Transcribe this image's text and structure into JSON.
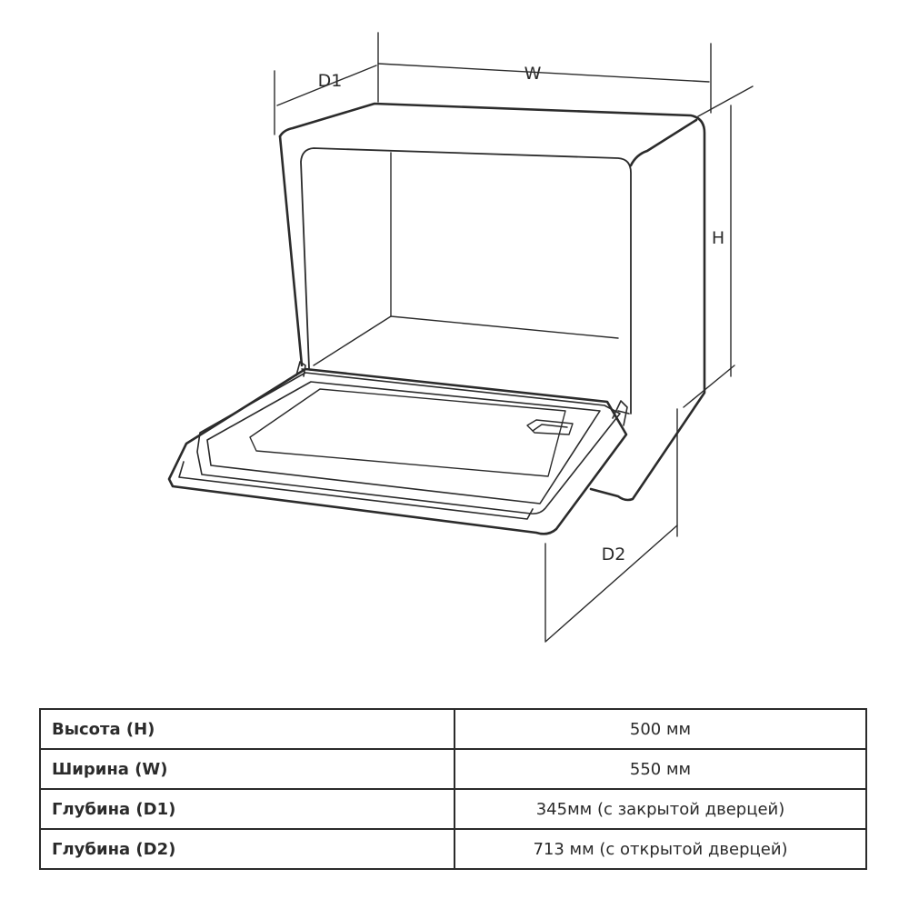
{
  "diagram": {
    "labels": {
      "d1": "D1",
      "w": "W",
      "h": "H",
      "d2": "D2"
    }
  },
  "specs": [
    {
      "label": "Высота (H)",
      "value": "500 мм"
    },
    {
      "label": "Ширина (W)",
      "value": "550 мм"
    },
    {
      "label": "Глубина (D1)",
      "value": "345мм (с закрытой дверцей)"
    },
    {
      "label": "Глубина (D2)",
      "value": "713 мм (с открытой дверцей)"
    }
  ],
  "colors": {
    "line": "#2b2b2b",
    "background": "#ffffff"
  }
}
